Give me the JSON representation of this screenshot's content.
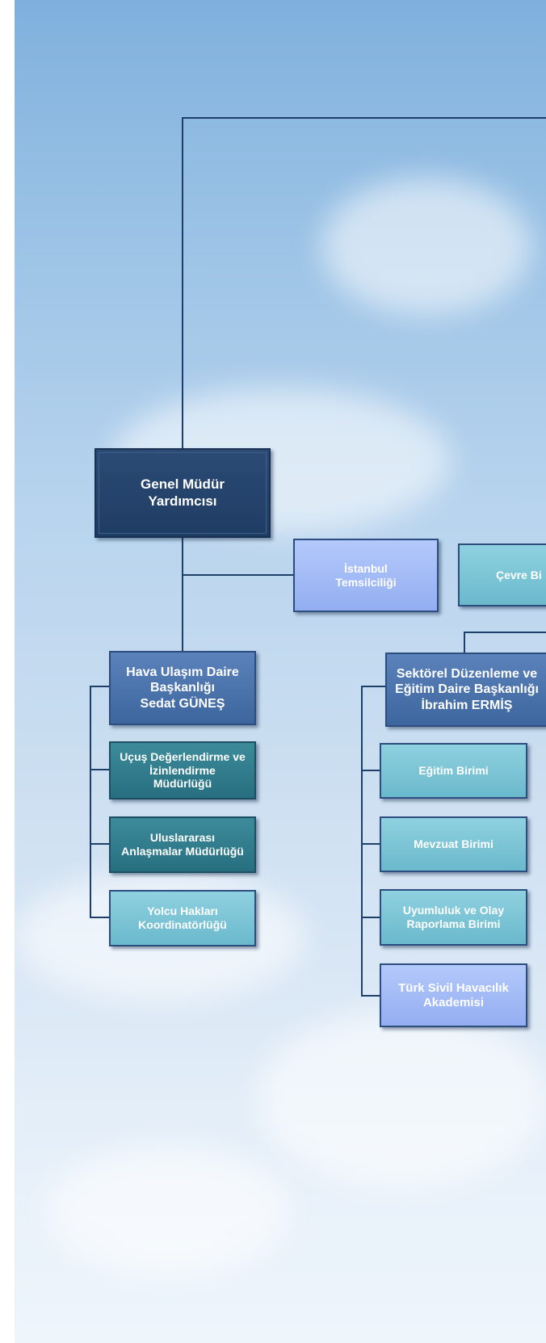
{
  "chart": {
    "root": {
      "label_lines": [
        "Genel Müdür",
        "Yardımcısı"
      ]
    },
    "istanbul": {
      "label_lines": [
        "İstanbul",
        "Temsilciliği"
      ]
    },
    "cevre": {
      "label_lines": [
        "Çevre Bi"
      ]
    },
    "hava_ulasim": {
      "label_lines": [
        "Hava Ulaşım Daire",
        "Başkanlığı",
        "Sedat GÜNEŞ"
      ]
    },
    "ucus": {
      "label_lines": [
        "Uçuş Değerlendirme ve",
        "İzinlendirme",
        "Müdürlüğü"
      ]
    },
    "uluslararasi": {
      "label_lines": [
        "Uluslararası",
        "Anlaşmalar Müdürlüğü"
      ]
    },
    "yolcu": {
      "label_lines": [
        "Yolcu Hakları",
        "Koordinatörlüğü"
      ]
    },
    "sektorel": {
      "label_lines": [
        "Sektörel Düzenleme ve",
        "Eğitim Daire Başkanlığı",
        "İbrahim ERMİŞ"
      ]
    },
    "egitim": {
      "label_lines": [
        "Eğitim Birimi"
      ]
    },
    "mevzuat": {
      "label_lines": [
        "Mevzuat Birimi"
      ]
    },
    "uyumluluk": {
      "label_lines": [
        "Uyumluluk ve Olay",
        "Raporlama Birimi"
      ]
    },
    "akademi": {
      "label_lines": [
        "Türk Sivil Havacılık",
        "Akademisi"
      ]
    }
  }
}
